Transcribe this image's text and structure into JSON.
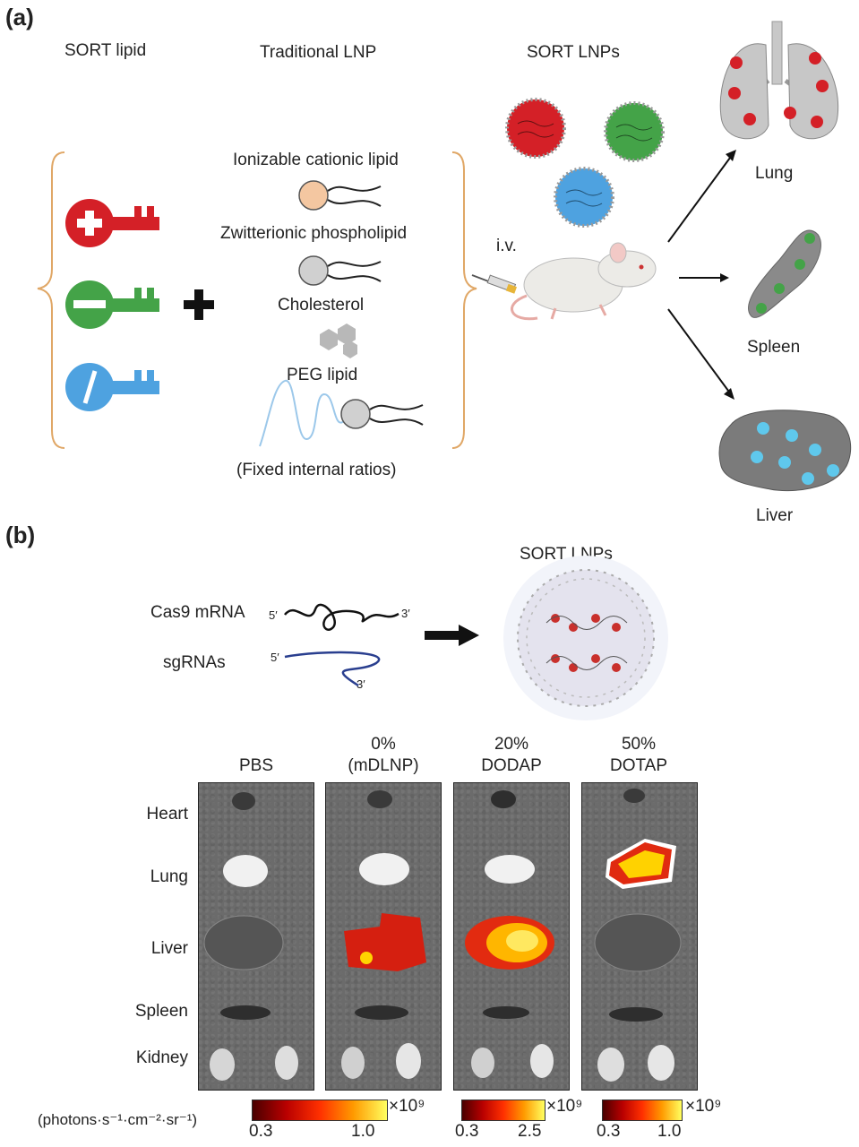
{
  "panel_a": {
    "label": "(a)",
    "sort_lipid_title": "SORT lipid",
    "traditional_lnp_title": "Traditional LNP",
    "sort_lnps_title": "SORT LNPs",
    "components": {
      "ionizable": "Ionizable cationic lipid",
      "zwitterionic": "Zwitterionic phospholipid",
      "cholesterol": "Cholesterol",
      "peg": "PEG lipid",
      "fixed": "(Fixed internal ratios)"
    },
    "route": "i.v.",
    "organs": {
      "lung": "Lung",
      "spleen": "Spleen",
      "liver": "Liver"
    },
    "colors": {
      "red": "#d42027",
      "green": "#44a348",
      "blue": "#4ea2e0",
      "orange_bracket": "#e0a766"
    }
  },
  "panel_b": {
    "label": "(b)",
    "cas9": "Cas9 mRNA",
    "sgrnas": "sgRNAs",
    "five_prime": "5′",
    "three_prime": "3′",
    "sort_lnps": "SORT LNPs",
    "groups": [
      {
        "line1": "",
        "line2": "PBS"
      },
      {
        "line1": "0%",
        "line2": "(mDLNP)"
      },
      {
        "line1": "20%",
        "line2": "DODAP"
      },
      {
        "line1": "50%",
        "line2": "DOTAP"
      }
    ],
    "organ_rows": [
      "Heart",
      "Lung",
      "Liver",
      "Spleen",
      "Kidney"
    ],
    "units": "(photons·s⁻¹·cm⁻²·sr⁻¹)",
    "colorbars": [
      {
        "min": "0.3",
        "max": "1.0",
        "exp": "×10⁹"
      },
      {
        "min": "0.3",
        "max": "2.5",
        "exp": "×10⁹"
      },
      {
        "min": "0.3",
        "max": "1.0",
        "exp": "×10⁹"
      }
    ]
  }
}
